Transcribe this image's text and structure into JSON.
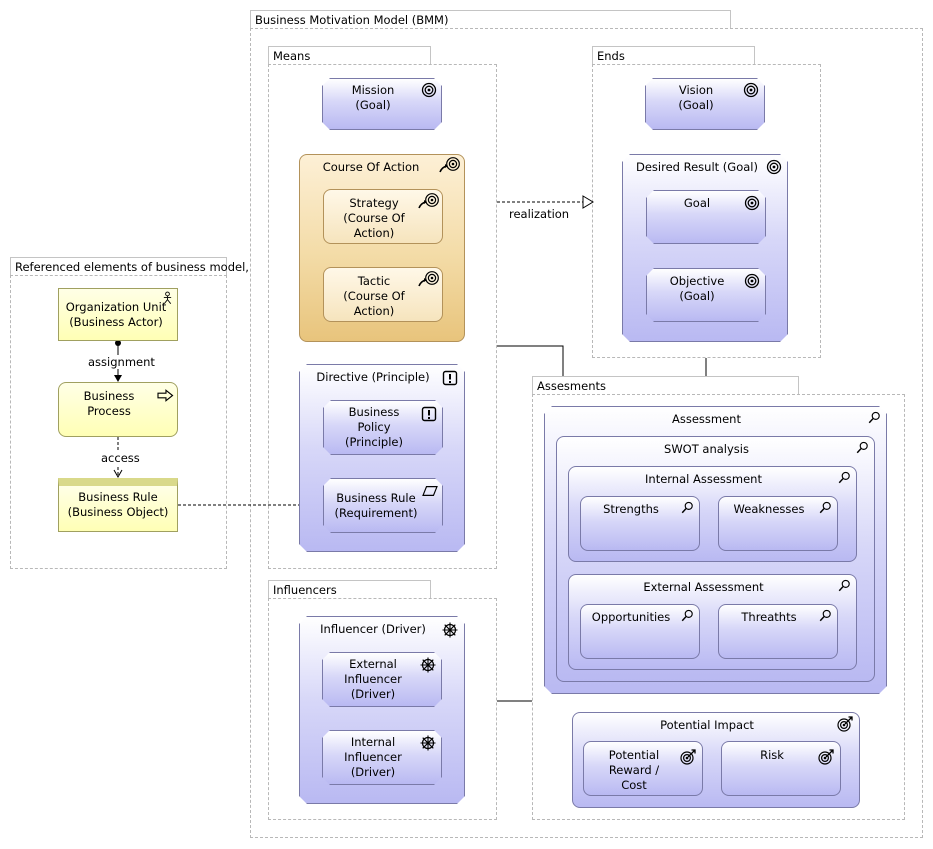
{
  "groups": {
    "bmm": "Business Motivation Model (BMM)",
    "means": "Means",
    "ends": "Ends",
    "referenced": "Referenced elements of business model,",
    "influencers": "Influencers",
    "assesments": "Assesments"
  },
  "means": {
    "mission": "Mission\n(Goal)",
    "course": "Course Of Action",
    "strategy": "Strategy\n(Course Of\nAction)",
    "tactic": "Tactic\n(Course Of\nAction)",
    "directive": "Directive (Principle)",
    "policy": "Business\nPolicy\n(Principle)",
    "rule": "Business Rule\n(Requirement)"
  },
  "ends": {
    "vision": "Vision\n(Goal)",
    "desired": "Desired Result (Goal)",
    "goal": "Goal",
    "objective": "Objective\n(Goal)"
  },
  "referenced": {
    "org_unit": "Organization Unit\n(Business Actor)",
    "process": "Business\nProcess",
    "object": "Business Rule\n(Business Object)"
  },
  "influencers": {
    "influencer": "Influencer (Driver)",
    "external": "External\nInfluencer\n(Driver)",
    "internal": "Internal\nInfluencer\n(Driver)"
  },
  "assesments": {
    "assessment": "Assessment",
    "swot": "SWOT analysis",
    "internal": "Internal Assessment",
    "strengths": "Strengths",
    "weaknesses": "Weaknesses",
    "external": "External Assessment",
    "opportunities": "Opportunities",
    "threats": "Threathts",
    "impact": "Potential Impact",
    "reward": "Potential\nReward /\nCost",
    "risk": "Risk"
  },
  "connections": {
    "realization": "realization",
    "assignment": "assignment",
    "access": "access"
  },
  "colors": {
    "motivation": "#c6c6f5",
    "course": "#f3d9a0",
    "business": "#ffffb5"
  }
}
